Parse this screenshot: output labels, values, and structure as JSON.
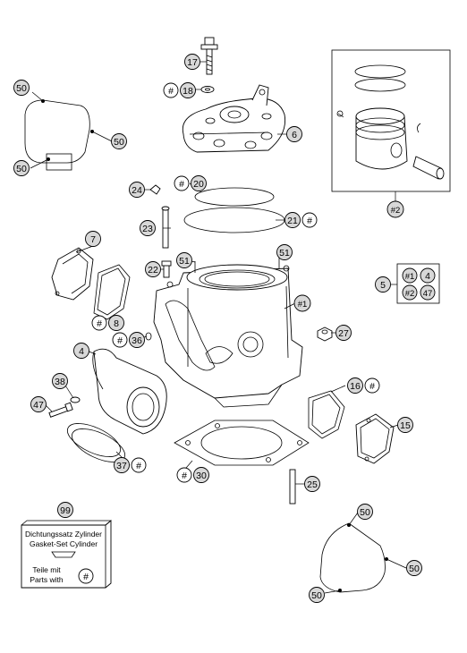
{
  "callouts": {
    "c17": "17",
    "c18": "18",
    "c6": "6",
    "c20": "20",
    "c24": "24",
    "c21": "21",
    "c23": "23",
    "c7": "7",
    "c22": "22",
    "c51a": "51",
    "c51b": "51",
    "c5": "5",
    "c1": "1",
    "c8": "8",
    "c36": "36",
    "c4": "4",
    "c27": "27",
    "c38": "38",
    "c16": "16",
    "c47": "47",
    "c15": "15",
    "c37": "37",
    "c30": "30",
    "c25": "25",
    "c99": "99",
    "c2": "2",
    "g50a": "50",
    "g50b": "50",
    "g50c": "50",
    "g50d": "50",
    "g50e": "50",
    "g50f": "50",
    "k1": "1",
    "k4": "4",
    "k2": "2",
    "k47": "47"
  },
  "hash_symbol": "#",
  "gasket_box": {
    "line1": "Dichtungssatz Zylinder",
    "line2": "Gasket-Set Cylinder",
    "line3": "Teile mit",
    "line4": "Parts with"
  },
  "colors": {
    "bubble": "#d8d8d8",
    "line": "#000000"
  }
}
